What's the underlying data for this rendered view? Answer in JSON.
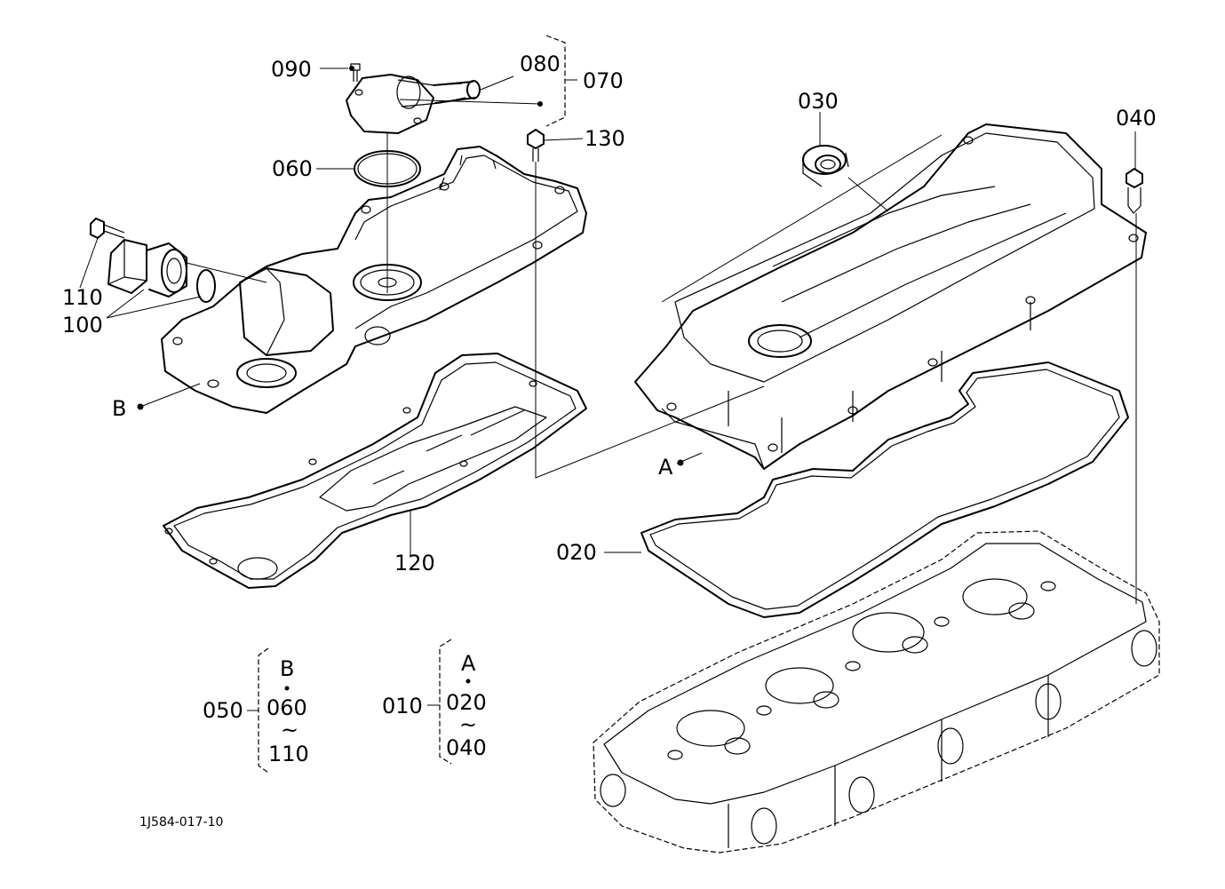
{
  "diagram_code": "1J584-017-10",
  "labels": {
    "p010": "010",
    "p020": "020",
    "p030": "030",
    "p040": "040",
    "p050": "050",
    "p060": "060",
    "p070": "070",
    "p080": "080",
    "p090": "090",
    "p100": "100",
    "p110": "110",
    "p120": "120",
    "p130": "130",
    "ref_a": "A",
    "ref_b": "B"
  },
  "group_050": {
    "id": "050",
    "ref": "B",
    "from": "060",
    "tilde": "~",
    "to": "110"
  },
  "group_010": {
    "id": "010",
    "ref": "A",
    "from": "020",
    "tilde": "~",
    "to": "040"
  }
}
